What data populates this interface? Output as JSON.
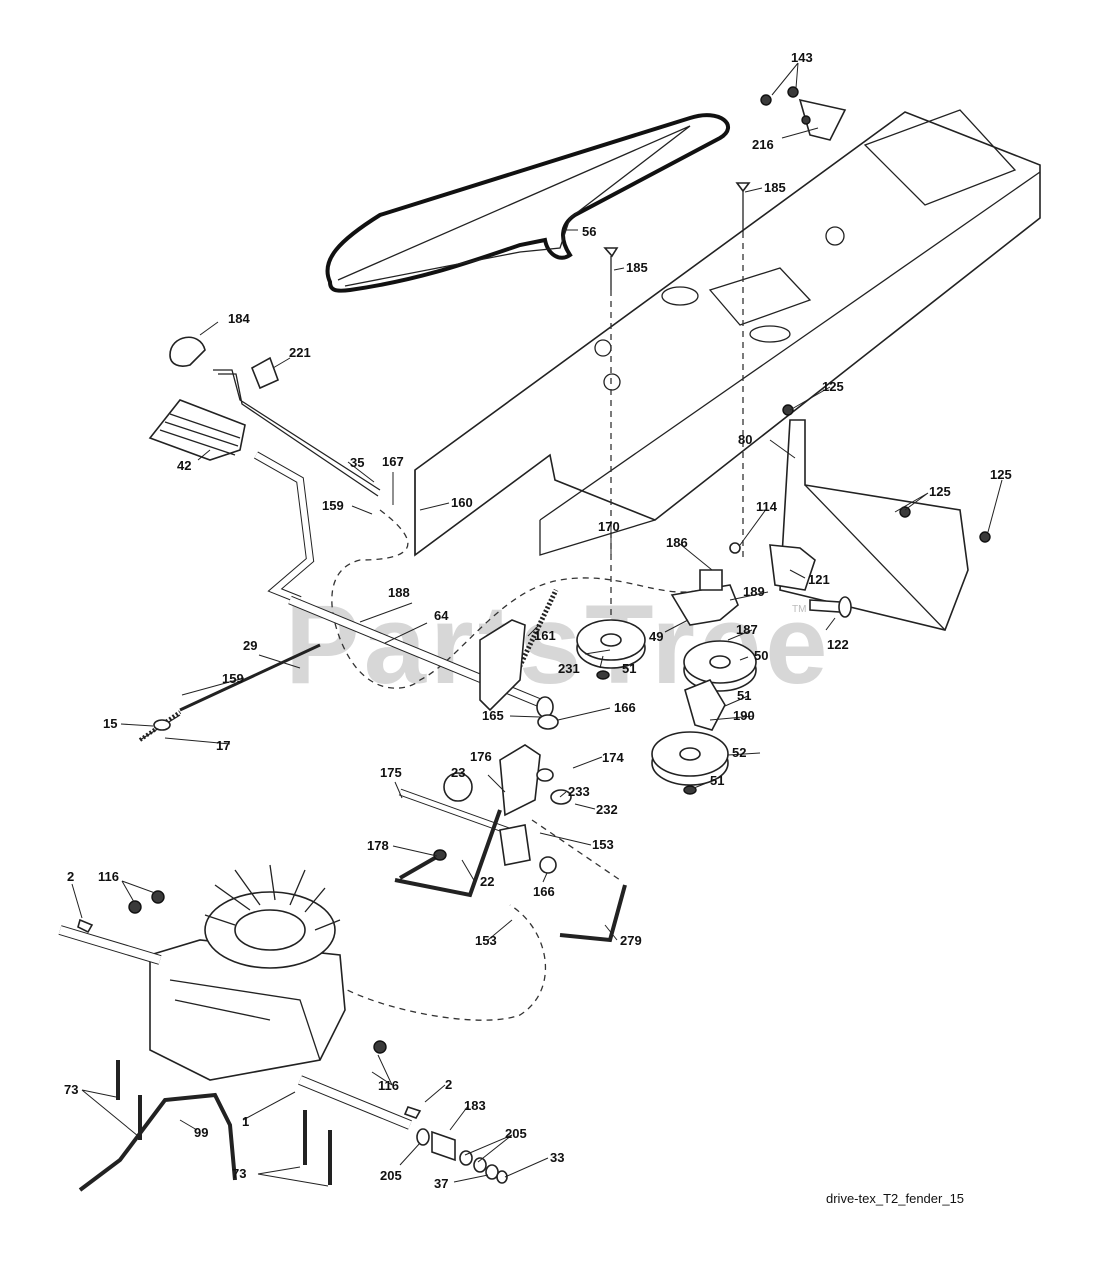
{
  "diagram": {
    "watermark": "PartsTree",
    "watermark_tm": "TM",
    "caption": "drive-tex_T2_fender_15",
    "labels": {
      "l143": "143",
      "l216": "216",
      "l185a": "185",
      "l185b": "185",
      "l56": "56",
      "l184": "184",
      "l221": "221",
      "l42": "42",
      "l35": "35",
      "l167": "167",
      "l159a": "159",
      "l160": "160",
      "l125a": "125",
      "l80": "80",
      "l125b": "125",
      "l125c": "125",
      "l114": "114",
      "l121": "121",
      "l122": "122",
      "l186": "186",
      "l189": "189",
      "l187": "187",
      "l49": "49",
      "l50": "50",
      "l51a": "51",
      "l51b": "51",
      "l51c": "51",
      "l190": "190",
      "l52": "52",
      "l170": "170",
      "l231": "231",
      "l161": "161",
      "l188": "188",
      "l64": "64",
      "l29": "29",
      "l159b": "159",
      "l15": "15",
      "l17": "17",
      "l165": "165",
      "l166a": "166",
      "l23": "23",
      "l175": "175",
      "l176": "176",
      "l174": "174",
      "l233": "233",
      "l232": "232",
      "l153a": "153",
      "l178": "178",
      "l22": "22",
      "l166b": "166",
      "l153b": "153",
      "l279": "279",
      "l2a": "2",
      "l116a": "116",
      "l116b": "116",
      "l2b": "2",
      "l73a": "73",
      "l1": "1",
      "l99": "99",
      "l183": "183",
      "l205a": "205",
      "l205b": "205",
      "l33": "33",
      "l73b": "73",
      "l37": "37"
    }
  }
}
